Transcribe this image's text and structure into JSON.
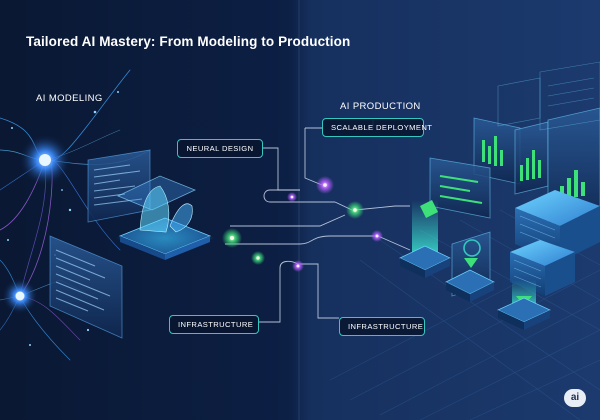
{
  "title": "Tailored AI Mastery: From Modeling to Production",
  "sections": {
    "left": "AI MODELING",
    "right": "AI PRODUCTION"
  },
  "labels": {
    "neural_design": "NEURAL DESIGN",
    "scalable_deployment": "SCALABLE DEPLOYMENT",
    "infrastructure_left": "INFRASTRUCTURE",
    "infrastructure_right": "INFRASTRUCTURE"
  },
  "logo": "ai",
  "colors": {
    "background_left": "#0a1833",
    "background_right": "#1c3a6e",
    "accent_teal": "#35c7c0",
    "accent_green": "#3ee07a",
    "accent_purple": "#b45cff"
  }
}
